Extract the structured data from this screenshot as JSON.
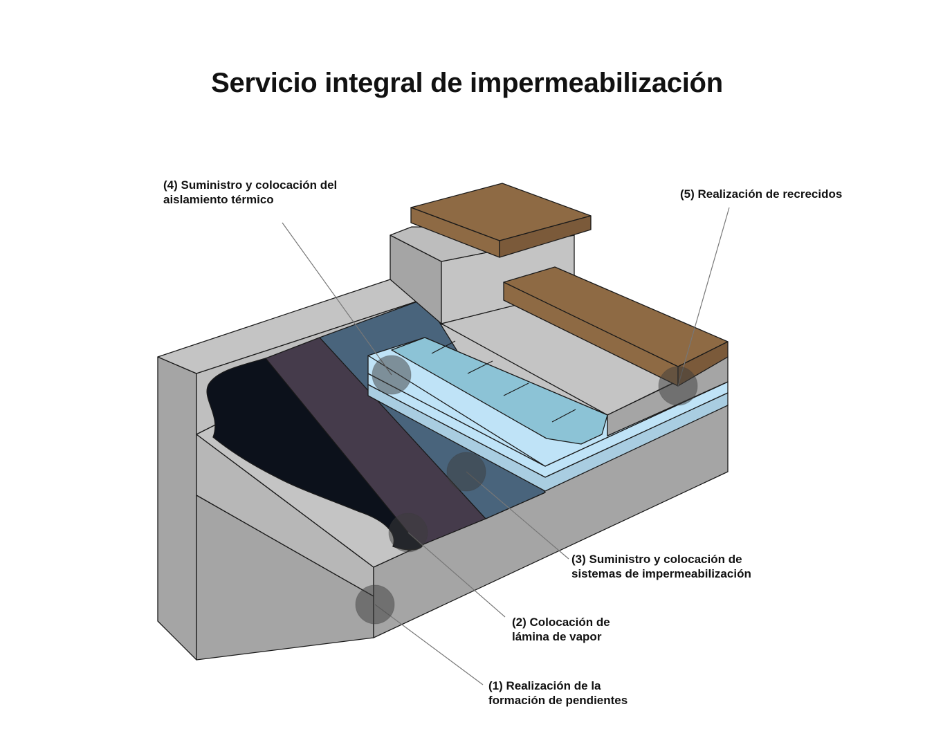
{
  "title": "Servicio integral de impermeabilización",
  "colors": {
    "concrete_light": "#c4c4c4",
    "concrete_mid": "#a5a5a5",
    "concrete_dark": "#8f8f8f",
    "bitumen": "#0c111b",
    "vapor_layer": "#453b4b",
    "membrane": "#49647c",
    "insulation_top": "#8cc3d6",
    "insulation_side": "#bfe3f7",
    "insulation_edge": "#a9cde1",
    "wood_top": "#8e6a44",
    "wood_side": "#7b5a3a",
    "marker": "rgba(60,60,60,0.5)"
  },
  "labels": {
    "l1": {
      "line1": "(1) Realización de la",
      "line2": "formación de pendientes"
    },
    "l2": {
      "line1": "(2) Colocación de",
      "line2": "lámina de vapor"
    },
    "l3": {
      "line1": "(3) Suministro y colocación de",
      "line2": "sistemas de impermeabilización"
    },
    "l4": {
      "line1": "(4) Suministro y colocación del",
      "line2": "aislamiento térmico"
    },
    "l5": {
      "line1": "(5) Realización de recrecidos"
    }
  }
}
